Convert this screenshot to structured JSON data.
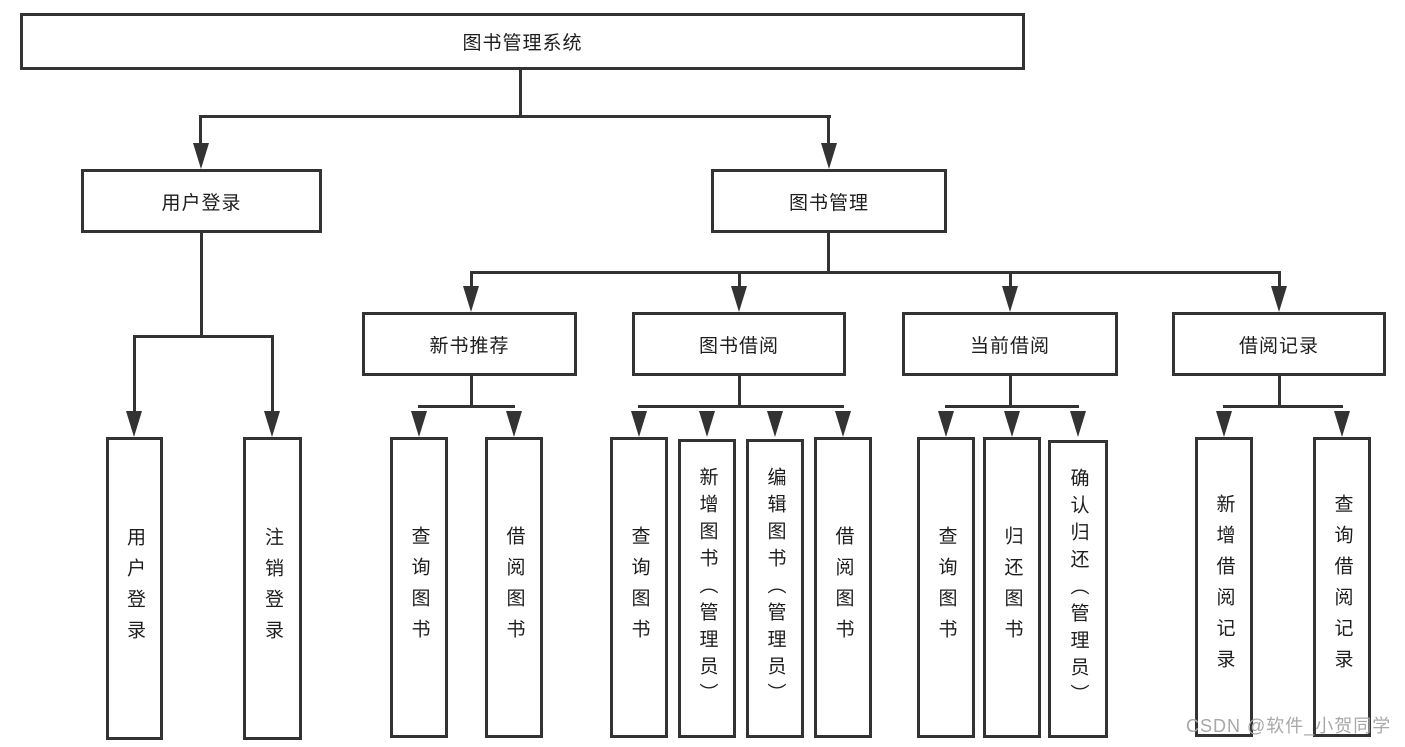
{
  "diagram": {
    "root": {
      "label": "图书管理系统"
    },
    "branches": [
      {
        "label": "用户登录",
        "children": [
          {
            "label": "用户登录"
          },
          {
            "label": "注销登录"
          }
        ]
      },
      {
        "label": "图书管理",
        "children": [
          {
            "label": "新书推荐",
            "children": [
              {
                "label": "查询图书"
              },
              {
                "label": "借阅图书"
              }
            ]
          },
          {
            "label": "图书借阅",
            "children": [
              {
                "label": "查询图书"
              },
              {
                "label": "新增图书（管理员）"
              },
              {
                "label": "编辑图书（管理员）"
              },
              {
                "label": "借阅图书"
              }
            ]
          },
          {
            "label": "当前借阅",
            "children": [
              {
                "label": "查询图书"
              },
              {
                "label": "归还图书"
              },
              {
                "label": "确认归还（管理员）"
              }
            ]
          },
          {
            "label": "借阅记录",
            "children": [
              {
                "label": "新增借阅记录"
              },
              {
                "label": "查询借阅记录"
              }
            ]
          }
        ]
      }
    ],
    "watermark": "CSDN @软件_小贺同学",
    "colors": {
      "line": "#333333",
      "box_border": "#333333",
      "box_bg": "#ffffff",
      "text": "#1d1d1d",
      "watermark": "#a8a8a8",
      "page_bg": "#ffffff"
    }
  }
}
